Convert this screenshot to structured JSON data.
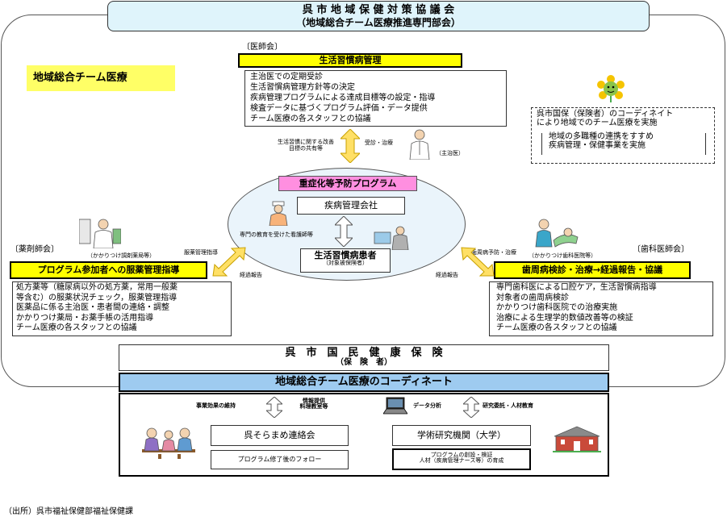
{
  "header": {
    "title": "呉 市 地 域 保 健 対 策 協 議 会",
    "subtitle": "（地域総合チーム医療推進専門部会）"
  },
  "team_label": "地域総合チーム医療",
  "doctor": {
    "assoc": "〔医師会〕",
    "title": "生活習慣病管理",
    "items": [
      "主治医での定期受診",
      "生活習慣病管理方針等の決定",
      "疾病管理プログラムによる達成目標等の設定・指導",
      "検査データに基づくプログラム評価・データ提供",
      "チーム医療の各スタッフとの協議"
    ],
    "arrow_left_note": "生活習慣に関する改善目標の共有等",
    "arrow_right_note": "受診・治療",
    "person_label": "（主治医）"
  },
  "coordinate_note": [
    "呉市国保（保険者）のコーディネイト",
    "により地域でのチーム医療を実施",
    "地域の多職種の連携をすすめ",
    "疾病管理・保健事業を実施"
  ],
  "center": {
    "program": "重症化等予防プログラム",
    "company": "疾病管理会社",
    "nurse_note": "専門の教育を受けた看護師等",
    "patient": "生活習慣病患者",
    "patient_sub": "（対象被保険者）"
  },
  "pharmacy": {
    "assoc": "〔薬剤師会〕",
    "person_label": "（かかりつけ調剤薬局等）",
    "title": "プログラム参加者への服薬管理指導",
    "note_top": "服薬管理指導",
    "note_bottom": "経過報告",
    "items": [
      "処方薬等（糖尿病以外の処方薬，常用一般薬",
      "等含む）の服薬状況チェック，服薬管理指導",
      "医薬品に係る主治医・患者間の連絡・調整",
      "かかりつけ薬局・お薬手帳の活用指導",
      "チーム医療の各スタッフとの協議"
    ]
  },
  "dental": {
    "assoc": "〔歯科医師会〕",
    "person_label": "（かかりつけ歯科医院等）",
    "title": "歯周病検診・治療→経過報告・協議",
    "note_top": "歯周病予防・治療",
    "note_bottom": "経過報告",
    "items": [
      "専門歯科医による口腔ケア，生活習慣病指導",
      "対象者の歯周病検診",
      "かかりつけ歯科医院での治療実施",
      "治療による生理学的数値改善等の検証",
      "チーム医療の各スタッフとの協議"
    ]
  },
  "insurer": {
    "title": "呉　市　国　民　健　康　保　険",
    "sub": "（保　険　者）",
    "coordinate_title": "地域総合チーム医療のコーディネート",
    "left_note1": "事業効果の維持",
    "left_note2_a": "情報提供",
    "left_note2_b": "料理教室等",
    "data_note": "データ分析",
    "right_note": "研究委託・人材教育",
    "liaison": "呉そらまめ連絡会",
    "liaison_sub": "プログラム修了後のフォロー",
    "academic": "学術研究機関（大学）",
    "academic_sub1": "プログラムの創設・検証",
    "academic_sub2": "人材（疾病管理ナース等）の育成"
  },
  "source": "（出所）呉市福祉保健部福祉保健課"
}
